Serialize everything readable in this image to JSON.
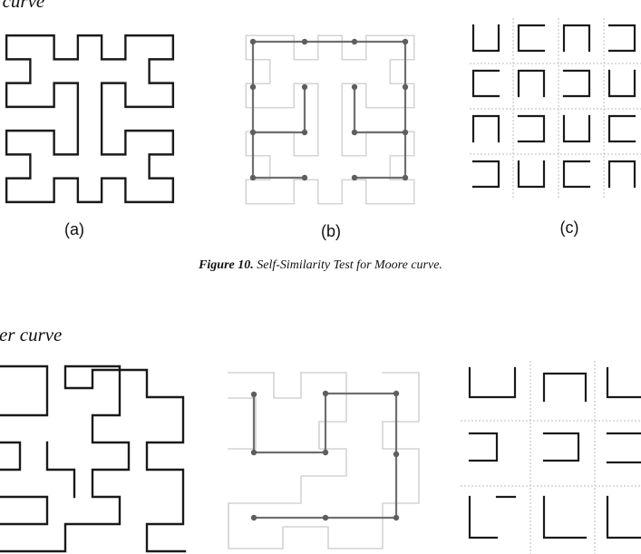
{
  "moore_section": {
    "heading": "e curve",
    "sublabels": [
      "(a)",
      "(b)",
      "(c)"
    ],
    "caption_label": "Figure 10.",
    "caption_text": "Self-Similarity Test for Moore curve."
  },
  "peano_section": {
    "heading": "nder curve"
  },
  "colors": {
    "ink": "#111111",
    "curve_dark": "#1a1a1a",
    "curve_light": "#d4d4d4",
    "overlay_path": "#6f6f6f",
    "node_dot": "#5e5e5e",
    "divider": "#bdbdbd"
  }
}
